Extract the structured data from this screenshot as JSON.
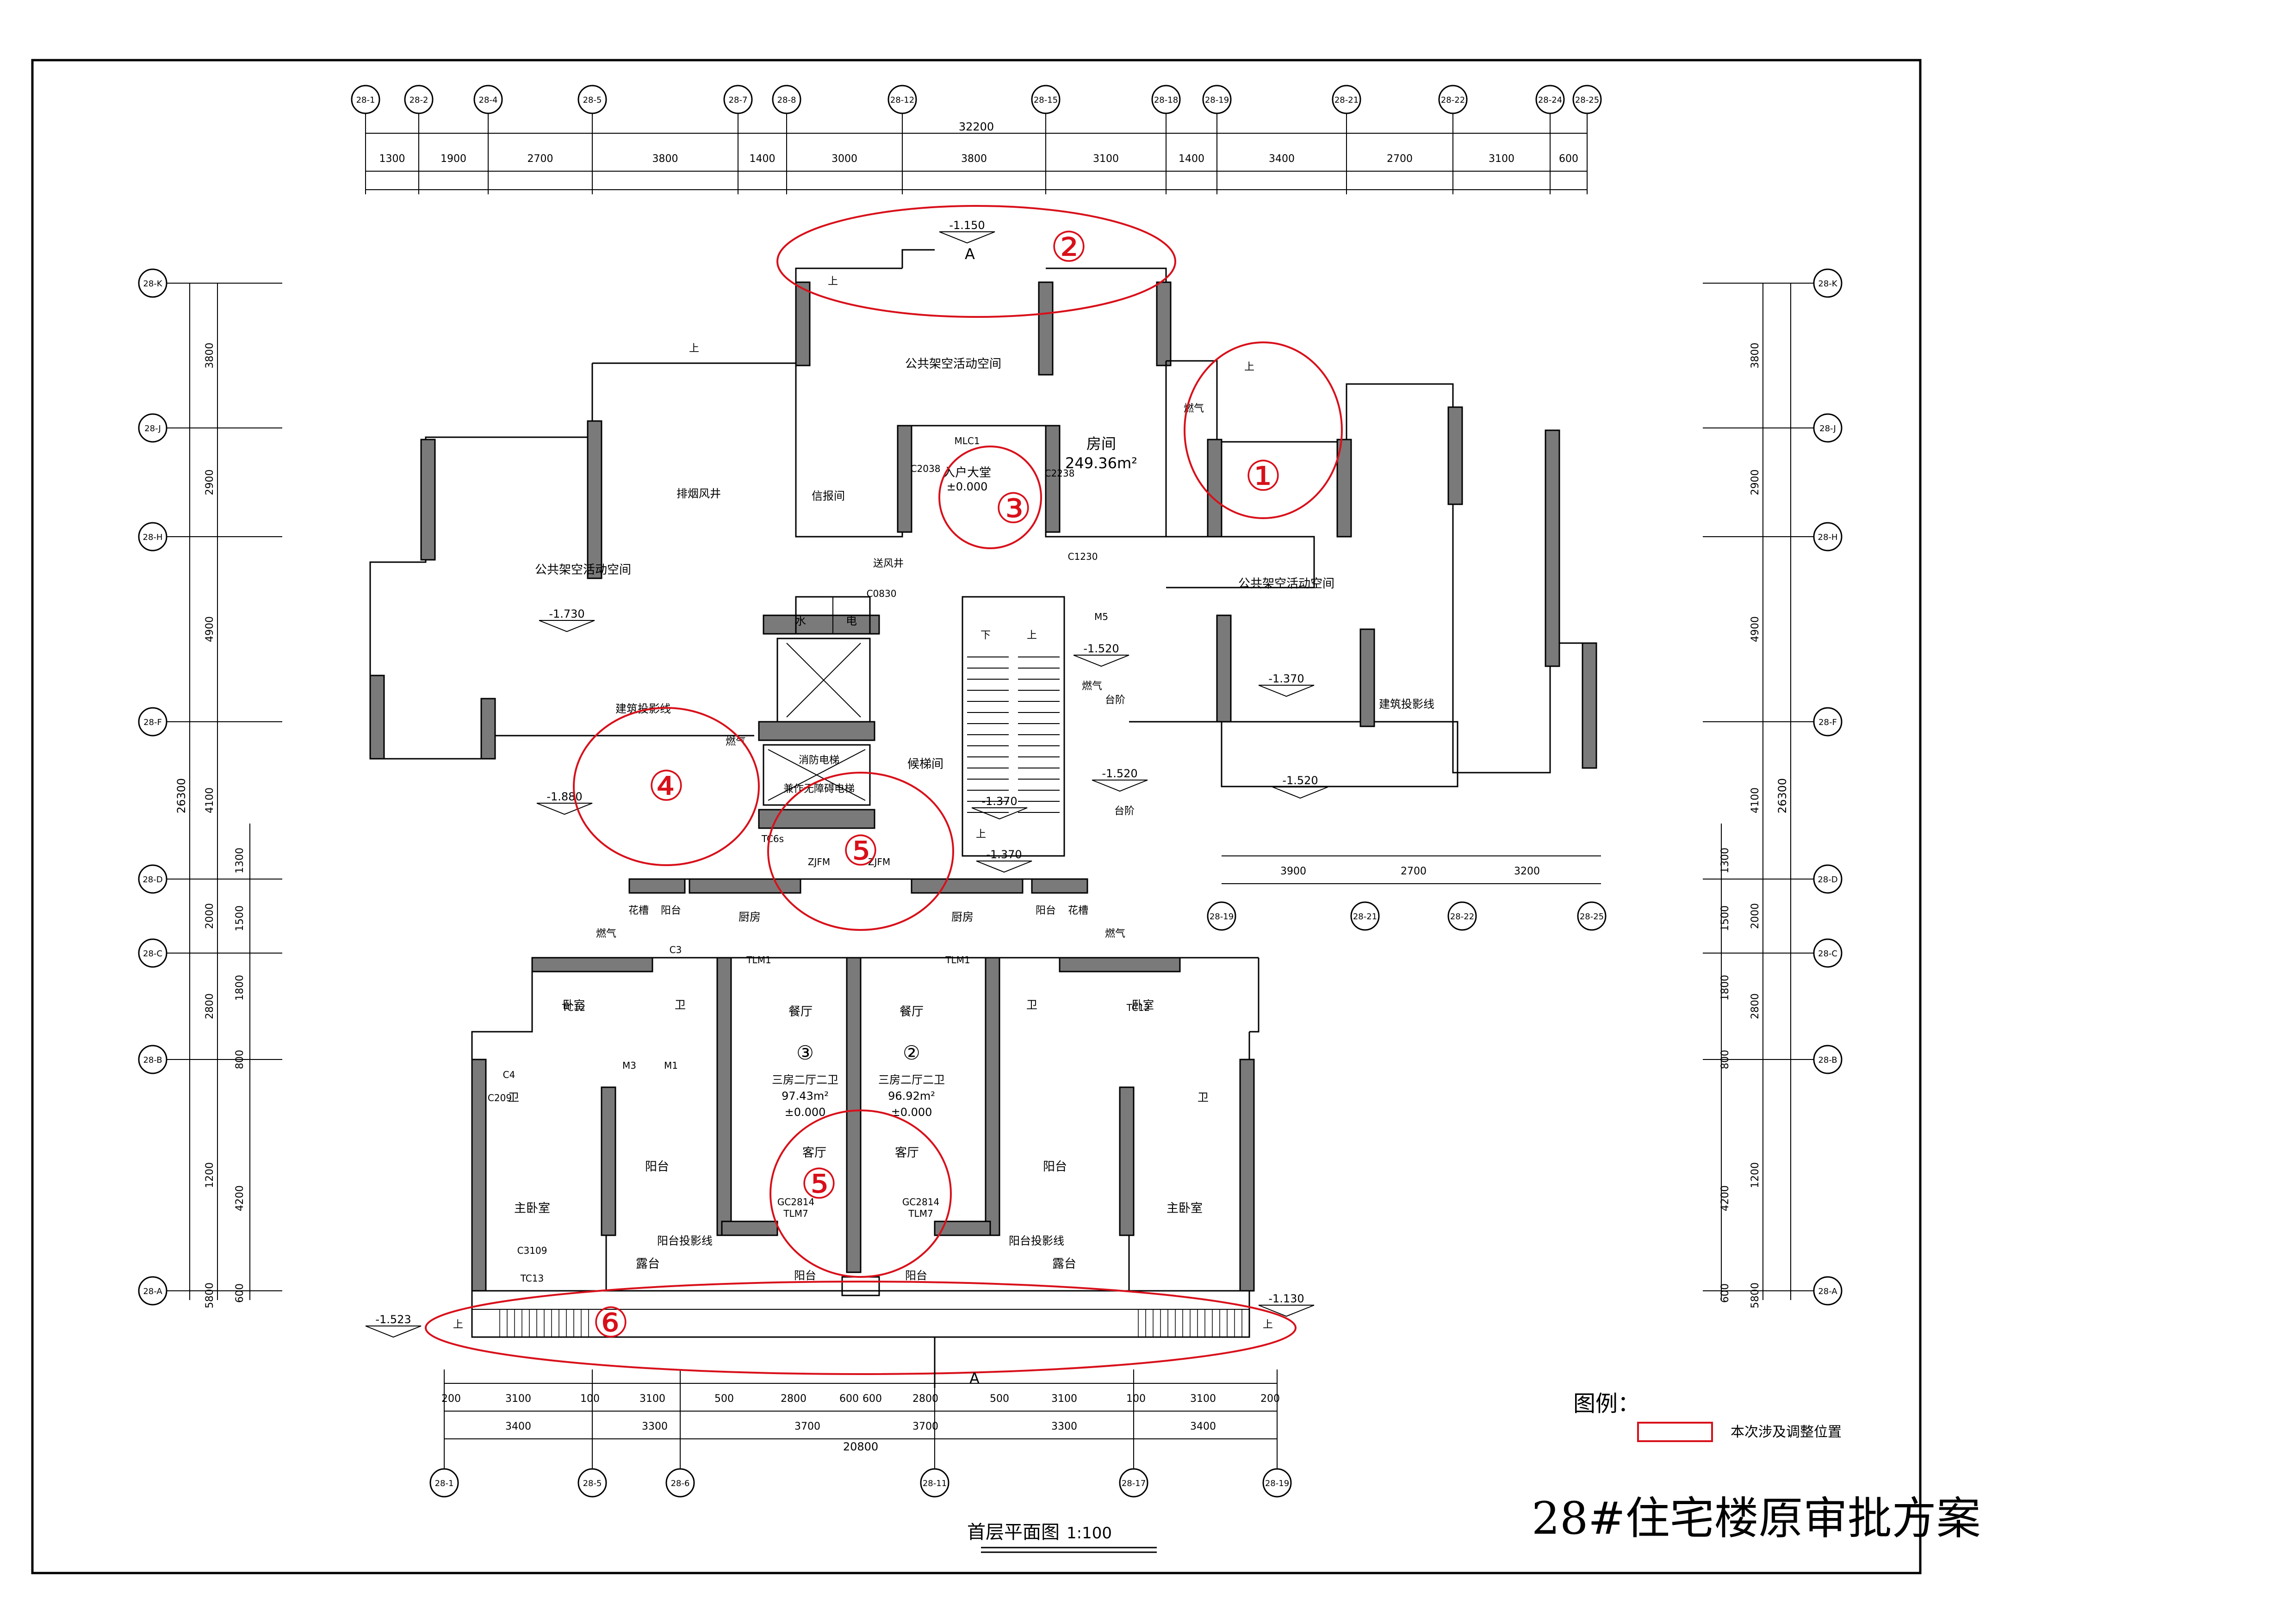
{
  "drawing": {
    "title": "28#住宅楼原审批方案",
    "plan_title": "首层平面图",
    "plan_scale": "1:100",
    "legend_title": "图例：",
    "legend_text": "本次涉及调整位置",
    "legend_color": "#d8101a"
  },
  "axes_top": [
    "28-1",
    "28-2",
    "28-4",
    "28-5",
    "28-7",
    "28-8",
    "28-12",
    "28-15",
    "28-18",
    "28-19",
    "28-21",
    "28-22",
    "28-24",
    "28-25"
  ],
  "axes_bottom": [
    "28-1",
    "28-5",
    "28-6",
    "28-11",
    "28-17",
    "28-19"
  ],
  "axes_left": [
    "28-K",
    "28-J",
    "28-H",
    "28-F",
    "28-D",
    "28-C",
    "28-B",
    "28-A"
  ],
  "axes_right": [
    "28-K",
    "28-J",
    "28-H",
    "28-F",
    "28-D",
    "28-C",
    "28-B",
    "28-A"
  ],
  "axes_inner": [
    "28-19",
    "28-21",
    "28-22",
    "28-25"
  ],
  "dims_top_total": "32200",
  "dims_top": [
    "1300",
    "1900",
    "2700",
    "3800",
    "1400",
    "3000",
    "3800",
    "3100",
    "1400",
    "3400",
    "2700",
    "3100",
    "600"
  ],
  "dims_bottom_row1": [
    "200",
    "3100",
    "100",
    "3100",
    "500",
    "2800",
    "600",
    "600",
    "2800",
    "500",
    "3100",
    "100",
    "3100",
    "200"
  ],
  "dims_bottom_row2": [
    "3400",
    "3300",
    "3700",
    "3700",
    "3300",
    "3400"
  ],
  "dims_bottom_total": "20800",
  "dims_left_total": "26300",
  "dims_left": [
    "3800",
    "2900",
    "4900",
    "4100",
    "2000",
    "2800",
    "1200",
    "5800"
  ],
  "dims_left_inner": [
    "1300",
    "1500",
    "1800",
    "800",
    "4200",
    "600"
  ],
  "dims_right_total": "26300",
  "dims_right": [
    "3800",
    "2900",
    "4900",
    "4100",
    "2000",
    "2800",
    "1200",
    "5800"
  ],
  "dims_inner": [
    "3900",
    "2700",
    "3200"
  ],
  "rooms": {
    "public_top": "公共架空活动空间",
    "public_left": "公共架空活动空间",
    "public_right": "公共架空活动空间",
    "room": "房间",
    "room_area": "249.36m²",
    "lobby": "入户大堂",
    "lobby_level": "±0.000",
    "exhaust": "排烟风井",
    "mailroom": "信报间",
    "air_shaft": "送风井",
    "water": "水",
    "elec": "电",
    "fire_lift_1": "消防电梯",
    "fire_lift_2": "兼作无障碍电梯",
    "lift_hall": "候梯间",
    "kitchen": "厨房",
    "flower": "花槽",
    "balcony": "阳台",
    "gas": "燃气",
    "platform": "台阶",
    "dining": "餐厅",
    "living": "客厅",
    "bedroom": "卧室",
    "master_bedroom": "主卧室",
    "wc": "卫",
    "terrace": "露台",
    "unit_type": "三房二厅二卫",
    "unit_area_left": "97.43m²",
    "unit_area_right": "96.92m²",
    "unit_level": "±0.000",
    "unit_no_left": "③",
    "unit_no_right": "②",
    "build_line": "建筑投影线",
    "balcony_line": "阳台投影线",
    "up": "上",
    "down": "下"
  },
  "levels": [
    "-1.150",
    "-1.730",
    "-1.880",
    "-1.520",
    "-1.370",
    "-1.370",
    "-1.520",
    "-1.370",
    "-1.520",
    "-1.523",
    "-1.130"
  ],
  "marks": [
    "①",
    "②",
    "③",
    "④",
    "⑤",
    "⑤",
    "⑥"
  ],
  "tags": [
    "MLC1",
    "C2038",
    "C2238",
    "C1230",
    "C0830",
    "ZJFM",
    "ZJFM",
    "TC12",
    "TC12",
    "TLM1",
    "TLM1",
    "M3",
    "M1",
    "C3",
    "C4",
    "C209",
    "C3109",
    "TC13",
    "GC2814",
    "GC2814",
    "TLM7",
    "TLM7",
    "M5",
    "TC6s"
  ]
}
